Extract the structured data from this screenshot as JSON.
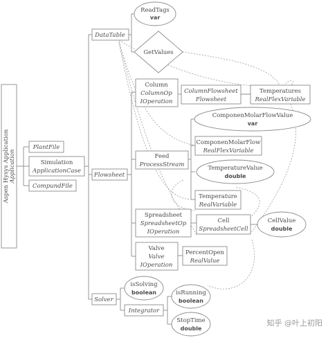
{
  "root": {
    "name": "Aspen Hysys Application",
    "type": "Application"
  },
  "nodes": {
    "plantfile": {
      "type": "PlantFile"
    },
    "simulation": {
      "name": "Simulation",
      "type": "ApplicationCase"
    },
    "compoundfile": {
      "type": "CompundFile"
    },
    "datatable": {
      "type": "DataTable"
    },
    "flowsheet": {
      "type": "Flowsheet"
    },
    "solver": {
      "type": "Solver"
    },
    "readtags": {
      "name": "ReadTags",
      "type": "var"
    },
    "getvalues": {
      "name": "GetValues"
    },
    "column": {
      "name": "Column",
      "type1": "ColumnOp",
      "type2": "IOperation"
    },
    "columnflowsheet": {
      "type1": "ColumnFlowsheet",
      "type2": "Flowsheet"
    },
    "temperatures": {
      "name": "Temperatures",
      "type": "RealFlexVariable"
    },
    "componenmolarflowvalue": {
      "name": "ComponenMolarFlowValue",
      "type": "var"
    },
    "feed": {
      "name": "Feed",
      "type": "ProcessStream"
    },
    "componenmolarflow": {
      "name": "ComponenMolarFlow",
      "type": "RealFlexVariable"
    },
    "temperaturevalue": {
      "name": "TemperatureValue",
      "type": "double"
    },
    "temperature": {
      "name": "Temperature",
      "type": "RealVariable"
    },
    "spreadsheet": {
      "name": "Spreadsheet",
      "type1": "SpreadsheetOp",
      "type2": "IOperation"
    },
    "cell": {
      "name": "Cell",
      "type": "SpreadsheetCell"
    },
    "cellvalue": {
      "name": "CellValue",
      "type": "double"
    },
    "valve": {
      "name": "Valve",
      "type1": "Valve",
      "type2": "IOperation"
    },
    "percentopen": {
      "name": "PercentOpen",
      "type": "RealValue"
    },
    "issolving": {
      "name": "isSolving",
      "type": "boolean"
    },
    "integrator": {
      "type": "Integrator"
    },
    "isrunning": {
      "name": "isRunning",
      "type": "boolean"
    },
    "stoptime": {
      "name": "StopTime",
      "type": "double"
    }
  },
  "watermark": "知乎 @叶上初阳"
}
